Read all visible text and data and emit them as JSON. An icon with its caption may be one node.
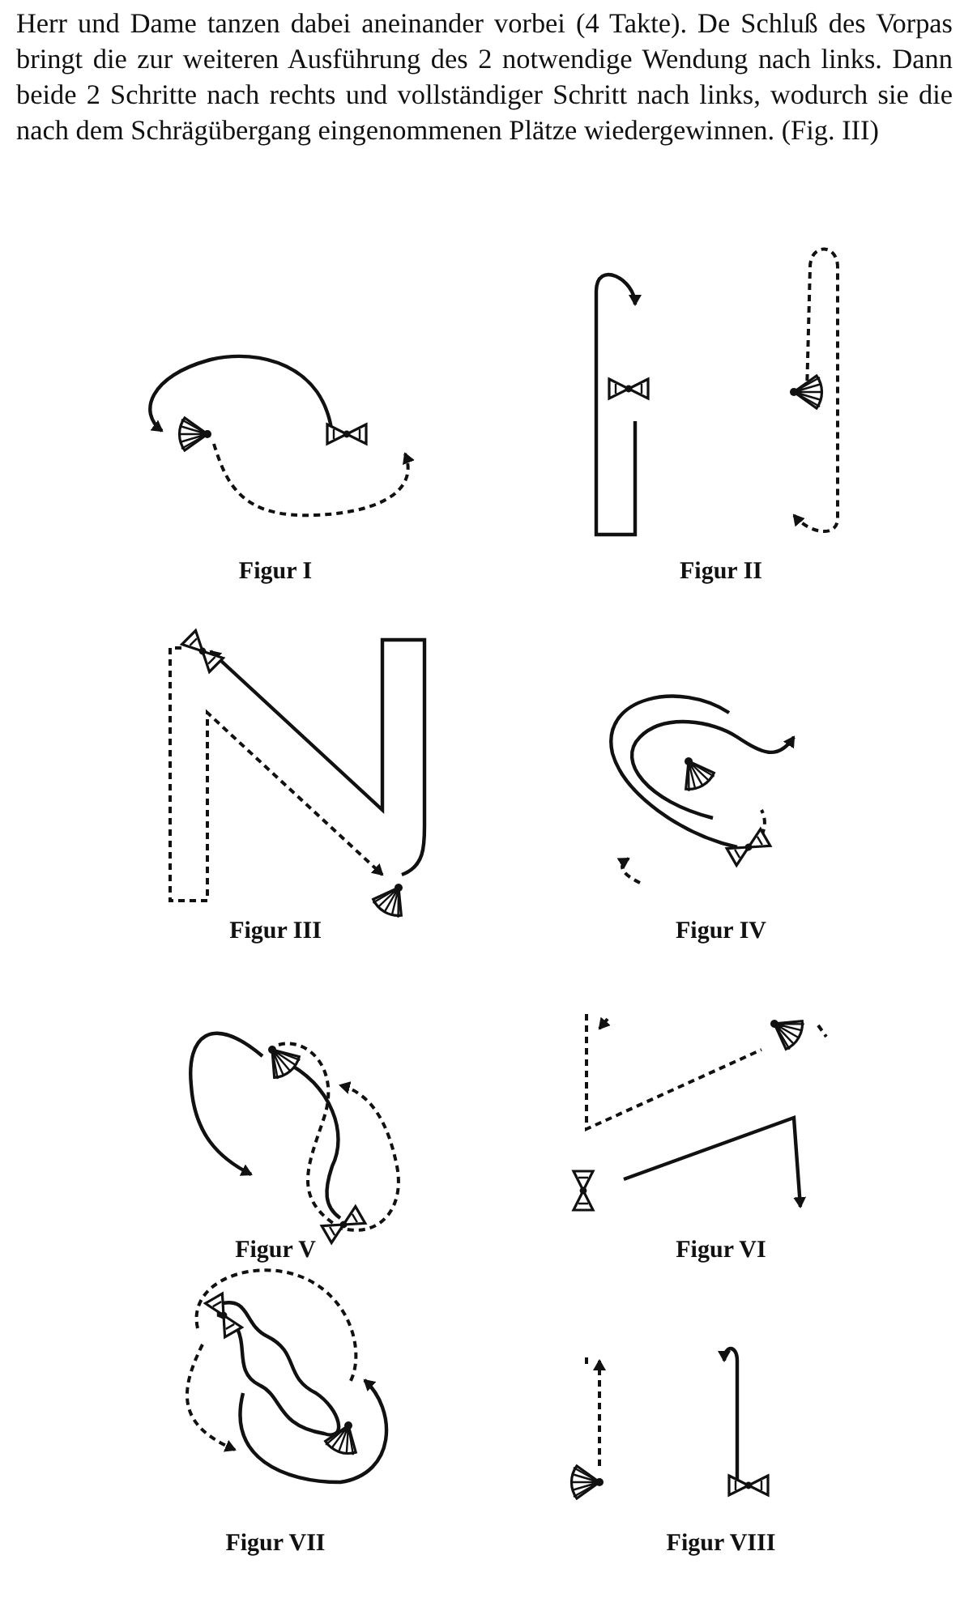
{
  "diagram": {
    "labels": [
      "Herr und Dame tanzen dabei aneinander vorbei (4 Takte). De Schluß des Vorpas bringt die zur weiteren Ausführung des 2 notwendige Wendung nach links. Dann beide 2 Schritte nach rechts und vollständiger Schritt nach links, wodurch sie die nach dem Schrägübergang eingenommenen Plätze wiedergewinnen. (Fig. III)",
      "Figur I",
      "Figur II",
      "Figur III",
      "Figur IV",
      "Figur V",
      "Figur VI",
      "Figur VII",
      "Figur VIII"
    ]
  }
}
